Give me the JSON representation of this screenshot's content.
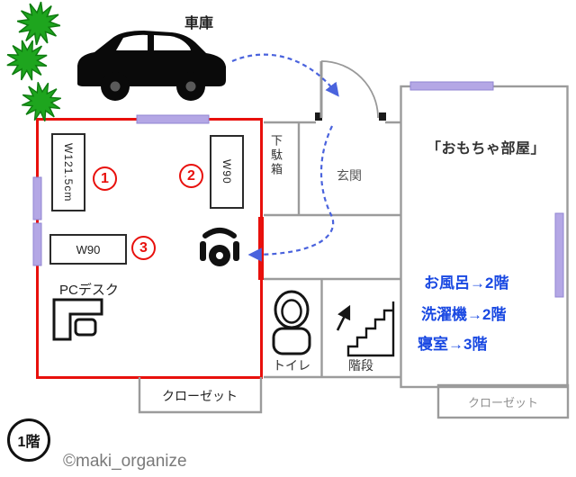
{
  "garage": {
    "label": "車庫"
  },
  "room": {
    "desks": [
      {
        "number": "1",
        "label": "W121.5cm"
      },
      {
        "number": "2",
        "label": "W90"
      },
      {
        "number": "3",
        "label": "W90"
      }
    ],
    "pc_desk_label": "PCデスク"
  },
  "entrance": {
    "shoe_cabinet_label": "下駄箱",
    "label": "玄関"
  },
  "toy_room": {
    "label": "「おもちゃ部屋」",
    "notes": [
      "お風呂→2階",
      "洗濯機→2階",
      "寝室→3階"
    ]
  },
  "toilet": {
    "label": "トイレ"
  },
  "stairs": {
    "label": "階段"
  },
  "closets": {
    "left": "クローゼット",
    "right": "クローゼット"
  },
  "floor": {
    "badge": "1階",
    "watermark": "©maki_organize"
  },
  "colors": {
    "room_outline": "#e8100c",
    "route_arrow": "#4a63dd",
    "window_marker": "#b4a7e5",
    "notes_text": "#1a49e2",
    "tree_green": "#1ea51e",
    "wall_gray": "#9b9b9b"
  }
}
